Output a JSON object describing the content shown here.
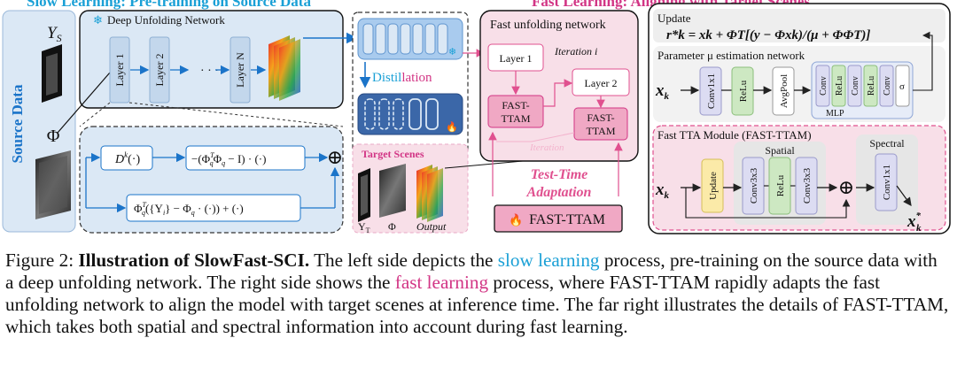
{
  "top_banner": {
    "slow": "Slow Learning: Pre-training on Source Data",
    "fast": "Fast Learning: Aligning with Target Scenes"
  },
  "source": {
    "side_label": "Source Data",
    "ys": "Y",
    "ys_sub": "S",
    "phi": "Φ"
  },
  "dun": {
    "title": "Deep Unfolding Network",
    "layer1": "Layer 1",
    "layer2": "Layer 2",
    "dots": "· · ·",
    "layerN": "Layer N"
  },
  "distill": {
    "word_slow": "Distil",
    "word_fast": "lation"
  },
  "formula": {
    "dk": "D",
    "dk_sup": "k",
    "dk_arg": "(·)",
    "term1": "−(Φ",
    "term1b": "Φ",
    "term1c": " − I) · (·)",
    "term2": "Φ",
    "term2b": "({Y",
    "term2c": "} − Φ",
    "term2d": " · (·)) + (·)",
    "q": "q",
    "T": "T",
    "i": "i",
    "oplus": "⊕"
  },
  "target": {
    "title": "Target Scenes",
    "yt": "Y",
    "yt_sub": "T",
    "phi": "Φ",
    "output": "Output"
  },
  "fun": {
    "title": "Fast unfolding network",
    "layer1": "Layer 1",
    "iteration_i": "Iteration i",
    "layer2": "Layer 2",
    "ttam1a": "FAST-",
    "ttam1b": "TTAM",
    "ttam2a": "FAST-",
    "ttam2b": "TTAM",
    "iteration": "Iteration"
  },
  "tta": {
    "line1": "Test-Time",
    "line2": "Adaptation",
    "button": "FAST-TTAM"
  },
  "update": {
    "title": "Update",
    "formula": "r*k = xk + ΦT[(y − Φxk)/(μ + ΦΦT)]"
  },
  "param": {
    "title": "Parameter μ estimation network",
    "xk": "x",
    "k": "k",
    "conv1x1": "Conv1x1",
    "relu": "ReLu",
    "avgpool": "AvgPool",
    "mlp_items": [
      "Conv",
      "ReLu",
      "Conv",
      "ReLu",
      "Conv",
      "σ"
    ],
    "mlp": "MLP"
  },
  "fastttam": {
    "title": "Fast TTA Module (FAST-TTAM)",
    "spatial": "Spatial",
    "spectral": "Spectral",
    "xk": "x",
    "k": "k",
    "update": "Update",
    "conv3x3a": "Conv3x3",
    "relu": "ReLu",
    "conv3x3b": "Conv3x3",
    "oplus": "⊕",
    "conv1x1": "Conv1x1",
    "out": "x",
    "out_sub": "k",
    "out_sup": "*"
  },
  "caption": {
    "fig": "Figure 2: ",
    "bold": "Illustration of SlowFast-SCI.",
    "t1": " The left side depicts the ",
    "slow": "slow learning",
    "t2": " process, pre-training on the source data with a deep unfolding network. The right side shows the ",
    "fast": "fast learning",
    "t3": " process, where FAST-TTAM rapidly adapts the fast unfolding network to align the model with target scenes at inference time. The far right illustrates the details of FAST-TTAM, which takes both spatial and spectral information into account during fast learning."
  },
  "colors": {
    "blue": "#1b74c9",
    "cyan": "#1aa0d6",
    "pink": "#d23585",
    "light_blue": "#dbe8f5",
    "light_pink": "#f8dfe8",
    "yellow": "#fbeaa8",
    "green": "#cde8c2",
    "lavender": "#dcdcf2"
  }
}
